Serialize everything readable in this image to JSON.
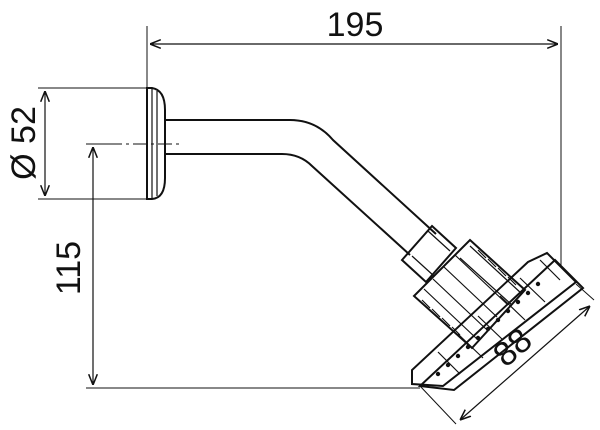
{
  "dimensions": {
    "overall_length": "195",
    "flange_diameter": "Ø 52",
    "drop_height": "115",
    "head_diameter": "88"
  },
  "colors": {
    "ink": "#111111",
    "background": "#ffffff"
  }
}
